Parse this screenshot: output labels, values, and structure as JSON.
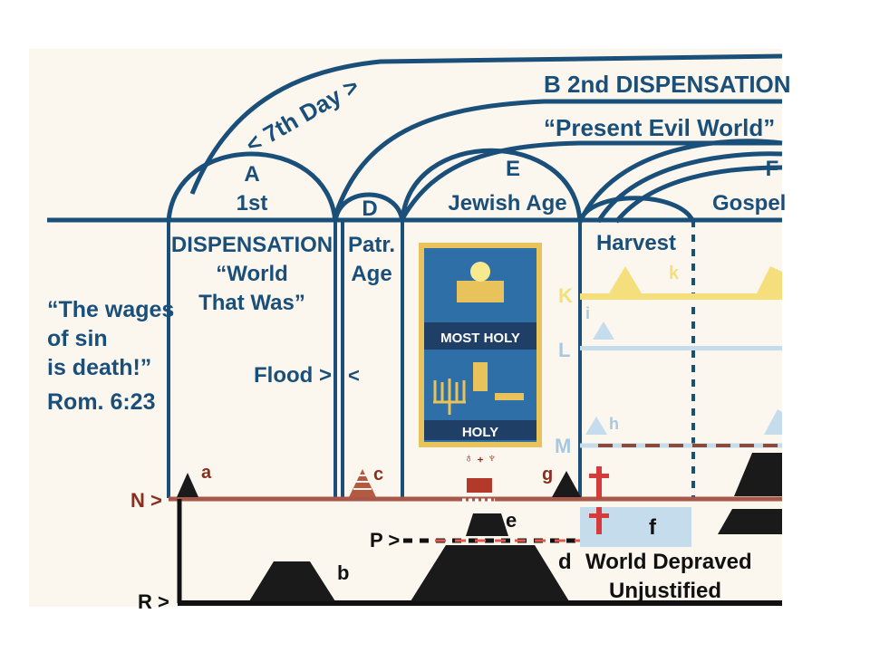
{
  "top_arc": {
    "seventh_day": "< 7th Day >"
  },
  "dispensation_b": {
    "title": "B  2nd DISPENSATION",
    "subtitle": "“Present Evil World”"
  },
  "ages": {
    "a_letter": "A",
    "a_name": "1st",
    "d_letter": "D",
    "e_letter": "E",
    "e_name": "Jewish Age",
    "f_letter": "F",
    "f_name": "Gospel"
  },
  "first_dispensation": {
    "line1": "DISPENSATION",
    "line2": "“World",
    "line3": "That Was”"
  },
  "patriarchal": {
    "line1": "Patr.",
    "line2": "Age"
  },
  "flood": {
    "label": "Flood >",
    "marker": "<"
  },
  "harvest": "Harvest",
  "tabernacle": {
    "most_holy": "MOST HOLY",
    "holy": "HOLY"
  },
  "quote": {
    "line1": "“The wages",
    "line2": "of sin",
    "line3": "is death!”",
    "reference": "Rom. 6:23"
  },
  "planes": {
    "k": "K",
    "l": "L",
    "m": "M",
    "n": "N >",
    "p": "P >",
    "r": "R >"
  },
  "markers": {
    "a": "a",
    "b": "b",
    "c": "c",
    "d": "d",
    "e": "e",
    "f": "f",
    "g": "g",
    "h": "h",
    "i": "i",
    "k": "k"
  },
  "world_depraved": {
    "line1": "World Depraved",
    "line2": "Unjustified"
  },
  "colors": {
    "blue": "#1a4f7a",
    "cream": "#fbf7ef",
    "brown_line": "#a8584a",
    "yellow": "#f5df7c",
    "light_blue": "#c5dcec",
    "tabernacle": "#2e6fa8",
    "gold_frame": "#e8c25a"
  }
}
